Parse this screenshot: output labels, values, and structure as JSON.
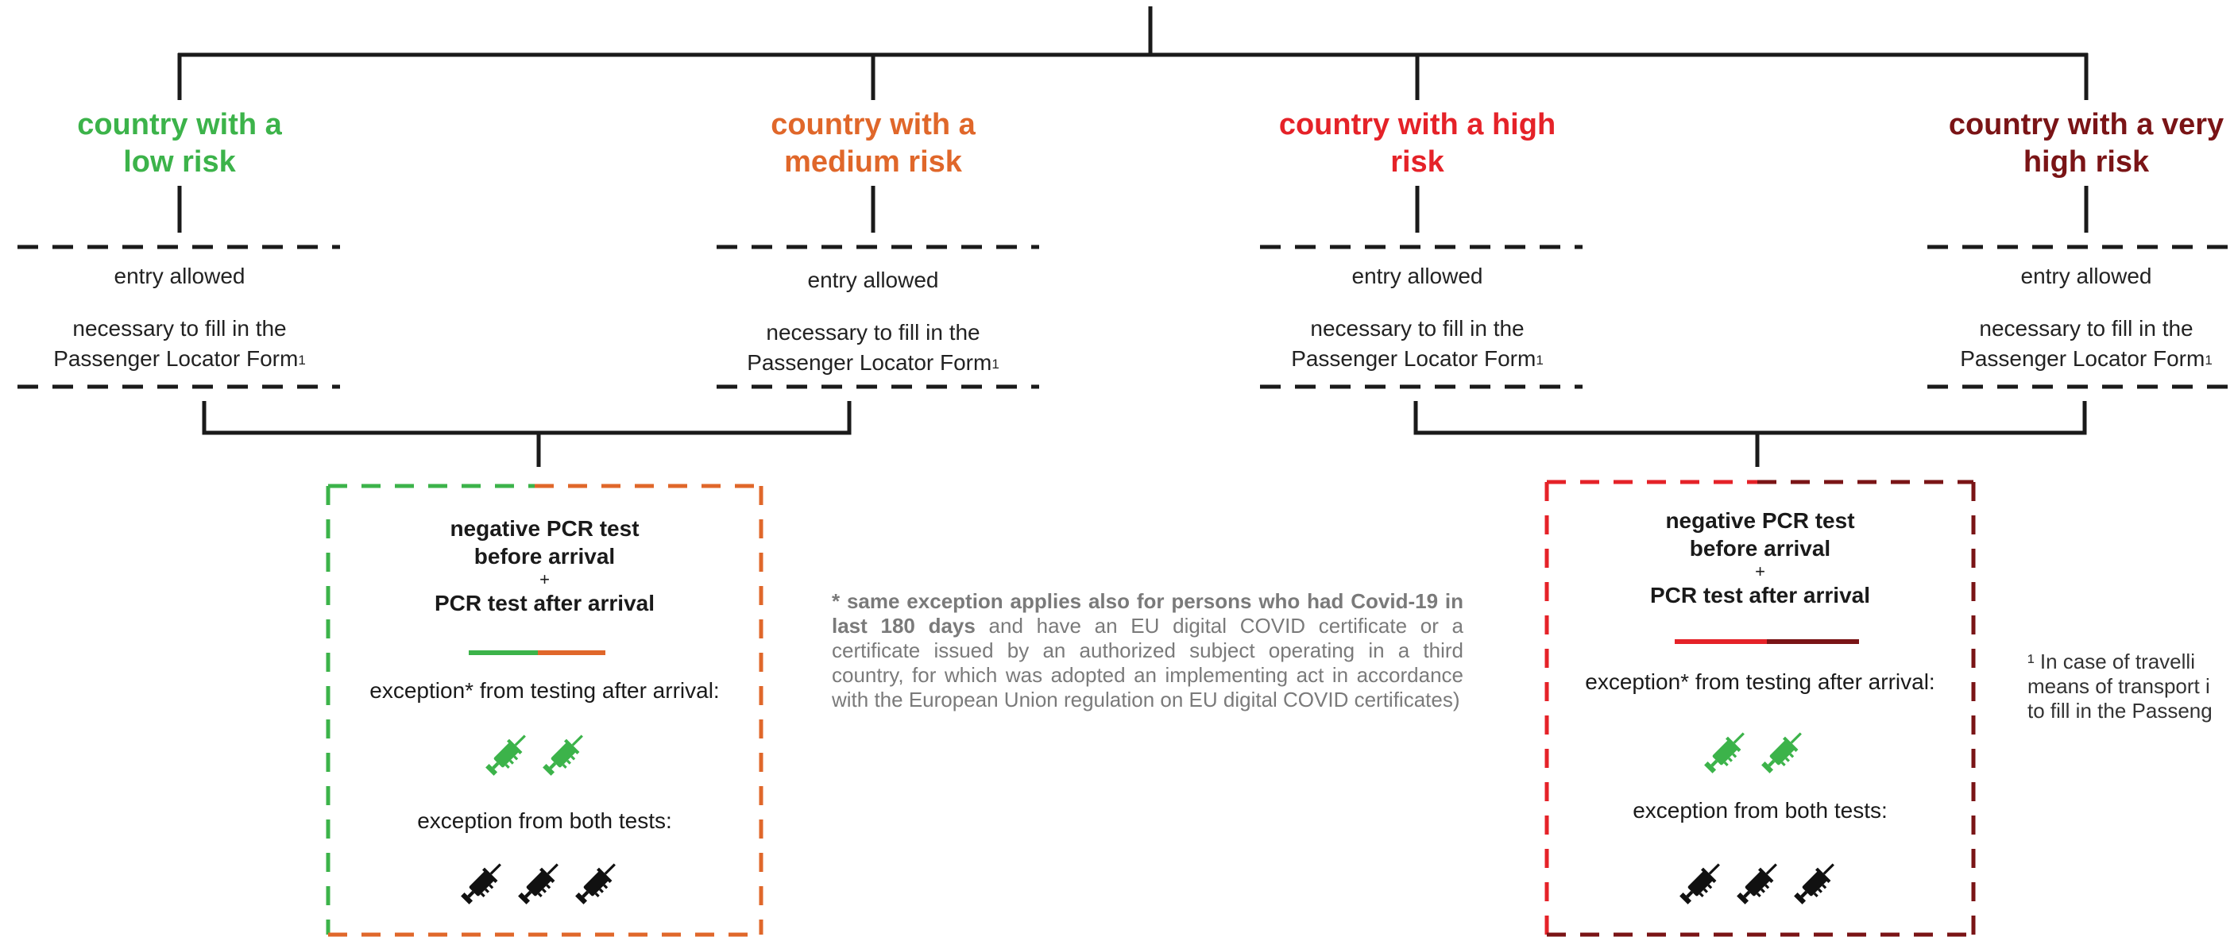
{
  "categories": [
    {
      "id": "low",
      "title": "country with a low risk",
      "title_line1": "country with a",
      "title_line2": "low risk",
      "color": "#3cb34a",
      "entry": "entry allowed",
      "form_line1": "necessary to fill in the",
      "form_line2": "Passenger Locator Form",
      "footnote_mark": "1"
    },
    {
      "id": "medium",
      "title": "country with a medium risk",
      "title_line1": "country with a",
      "title_line2": "medium risk",
      "color": "#e0672a",
      "entry": "entry allowed",
      "form_line1": "necessary to fill in the",
      "form_line2": "Passenger Locator Form",
      "footnote_mark": "1"
    },
    {
      "id": "high",
      "title": "country with a high risk",
      "title_line1": "country with a high",
      "title_line2": "risk",
      "color": "#e52228",
      "entry": "entry allowed",
      "form_line1": "necessary to fill in the",
      "form_line2": "Passenger Locator Form",
      "footnote_mark": "1"
    },
    {
      "id": "very-high",
      "title": "country with a very high risk",
      "title_line1": "country with a very",
      "title_line2": "high risk",
      "color": "#7a1416",
      "entry": "entry allowed",
      "form_line1": "necessary to fill in the",
      "form_line2": "Passenger Locator Form",
      "footnote_mark": "1"
    }
  ],
  "test_boxes": [
    {
      "id": "low-medium",
      "line1": "negative PCR test",
      "line2": "before arrival",
      "plus": "+",
      "line3": "PCR test after arrival",
      "exception_after": "exception* from testing after arrival:",
      "exception_both": "exception from both tests:",
      "colors": [
        "#3cb34a",
        "#e0672a"
      ]
    },
    {
      "id": "high-veryhigh",
      "line1": "negative PCR test",
      "line2": "before arrival",
      "plus": "+",
      "line3": "PCR test after arrival",
      "exception_after": "exception* from testing after arrival:",
      "exception_both": "exception from both tests:",
      "colors": [
        "#e52228",
        "#7a1416"
      ]
    }
  ],
  "note": {
    "bold_part": "* same exception applies also for persons who had Covid-19 in last 180 days",
    "rest": " and have an EU digital COVID certificate or a certificate issued by an authorized subject operating in a third country, for which was adopted an implementing act in accordance with the European Union regulation on EU digital COVID certificates)"
  },
  "footnote": {
    "line1": "¹ In case of travelli",
    "line2": "means of transport i",
    "line3": "to fill in the Passeng"
  },
  "icons": {
    "vaccine_green": "#3cb34a",
    "vaccine_black": "#111111",
    "line_color": "#1a1a1a"
  }
}
